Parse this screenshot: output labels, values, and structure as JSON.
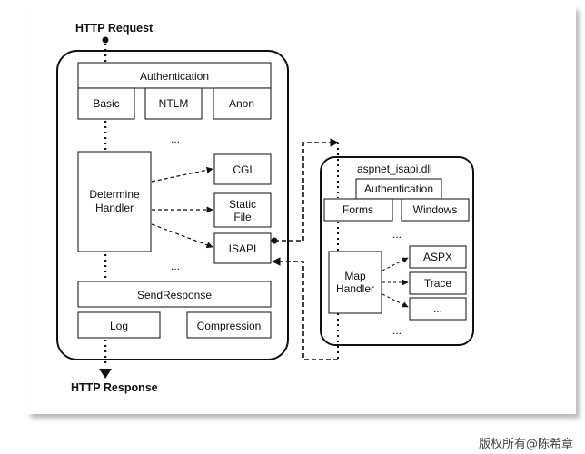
{
  "iis": {
    "http_request": "HTTP Request",
    "http_response": "HTTP Response",
    "authentication": "Authentication",
    "auth_methods": [
      "Basic",
      "NTLM",
      "Anon"
    ],
    "ellipsis_top": "...",
    "determine_handler": [
      "Determine",
      "Handler"
    ],
    "handlers": {
      "cgi": [
        "CGI"
      ],
      "static_file": [
        "Static",
        "File"
      ],
      "isapi": [
        "ISAPI"
      ]
    },
    "ellipsis_bottom": "...",
    "send_response": "SendResponse",
    "log": "Log",
    "compression": "Compression"
  },
  "aspnet": {
    "title": "aspnet_isapi.dll",
    "authentication": "Authentication",
    "auth_methods": [
      "Forms",
      "Windows"
    ],
    "ellipsis_top": "...",
    "map_handler": [
      "Map",
      "Handler"
    ],
    "handlers": [
      "ASPX",
      "Trace",
      "..."
    ],
    "ellipsis_bottom": "..."
  },
  "watermark": "版权所有@陈希章"
}
